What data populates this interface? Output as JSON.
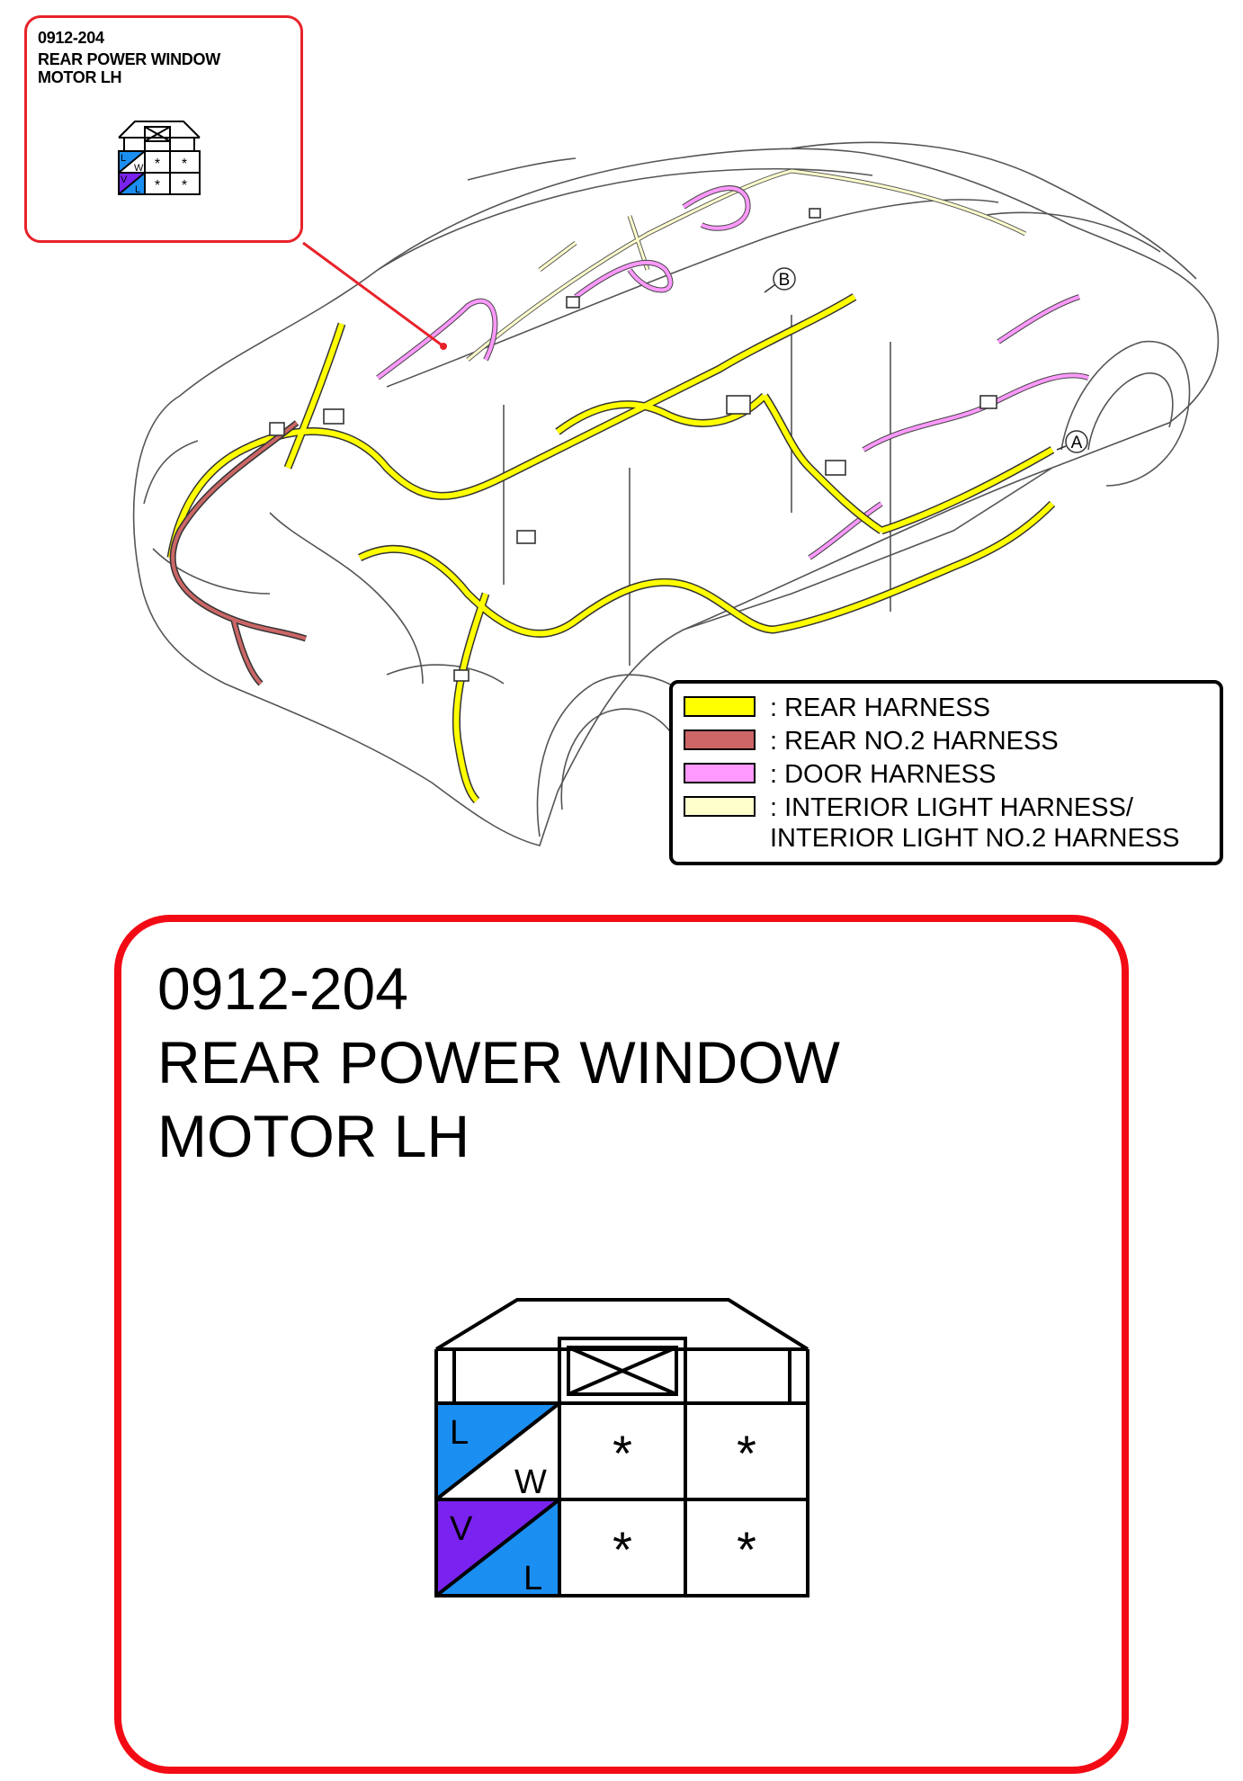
{
  "connector": {
    "code": "0912-204",
    "name": "REAR POWER WINDOW MOTOR LH",
    "pins": [
      {
        "top": "L",
        "bottom": "W",
        "colors": [
          "#1b8ef2",
          "#ffffff"
        ]
      },
      {
        "top": "V",
        "bottom": "L",
        "colors": [
          "#7a22f0",
          "#1b8ef2"
        ]
      }
    ],
    "unused_pin_mark": "*"
  },
  "points": {
    "a": "A",
    "b": "B"
  },
  "legend": {
    "items": [
      {
        "color": "#ffff00",
        "label": ": REAR HARNESS"
      },
      {
        "color": "#cc6666",
        "label": ": REAR NO.2 HARNESS"
      },
      {
        "color": "#ff99ff",
        "label": ": DOOR HARNESS"
      },
      {
        "color": "#ffffcc",
        "label": ": INTERIOR LIGHT HARNESS/\nINTERIOR LIGHT NO.2 HARNESS"
      }
    ]
  },
  "colors": {
    "callout_border": "#e8222a",
    "rear_harness": "#ffff00",
    "rear_no2_harness": "#cc6666",
    "door_harness": "#ff99ff",
    "interior_light_harness": "#ffffcc"
  }
}
